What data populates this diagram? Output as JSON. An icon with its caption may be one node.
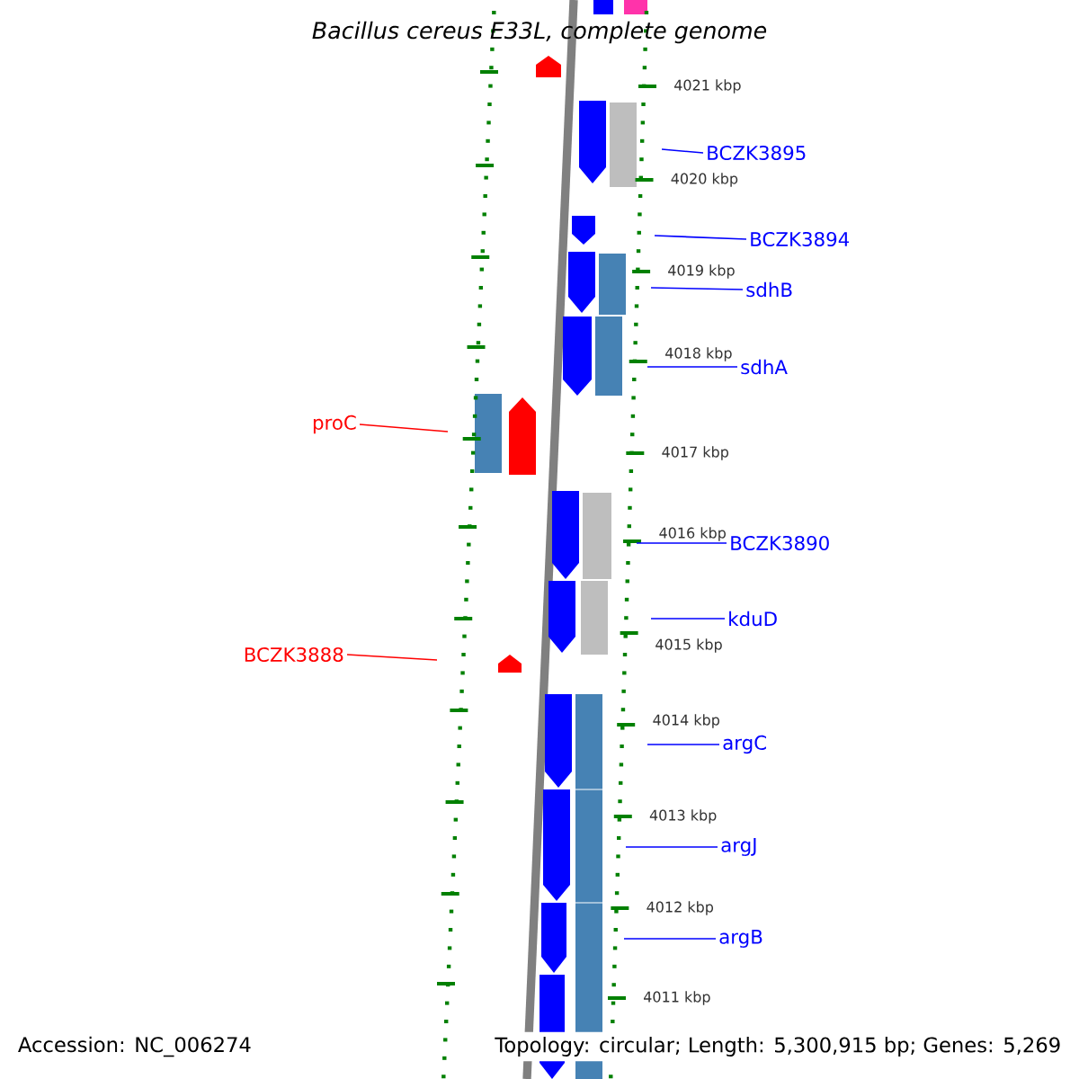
{
  "diagram": {
    "title": "Bacillus cereus E33L, complete genome",
    "nodes": [
      {
        "text": [
          "BCZK3895"
        ]
      },
      {
        "text": [
          "BCZK3894"
        ]
      },
      {
        "text": [
          "sdhB"
        ]
      },
      {
        "text": [
          "sdhA"
        ]
      },
      {
        "text": [
          "proC"
        ]
      },
      {
        "text": [
          "BCZK3890"
        ]
      },
      {
        "text": [
          "kduD"
        ]
      },
      {
        "text": [
          "BCZK3888"
        ]
      },
      {
        "text": [
          "argC"
        ]
      },
      {
        "text": [
          "argJ"
        ]
      },
      {
        "text": [
          "argB"
        ]
      }
    ],
    "edges": [
      {
        "from": 0,
        "to": null,
        "arrow": "none"
      },
      {
        "from": 1,
        "to": null,
        "arrow": "none"
      },
      {
        "from": 2,
        "to": null,
        "arrow": "none"
      },
      {
        "from": 3,
        "to": null,
        "arrow": "none"
      },
      {
        "from": 4,
        "to": null,
        "arrow": "none",
        "color": "#ff0000"
      },
      {
        "from": 5,
        "to": null,
        "arrow": "none"
      },
      {
        "from": 6,
        "to": null,
        "arrow": "none"
      },
      {
        "from": 7,
        "to": null,
        "arrow": "none",
        "color": "#ff0000"
      },
      {
        "from": 8,
        "to": null,
        "arrow": "none"
      },
      {
        "from": 9,
        "to": null,
        "arrow": "none"
      },
      {
        "from": 10,
        "to": null,
        "arrow": "none"
      }
    ],
    "labels": [
      "4021 kbp",
      "4020 kbp",
      "4019 kbp",
      "4018 kbp",
      "4017 kbp",
      "4016 kbp",
      "4015 kbp",
      "4014 kbp",
      "4013 kbp",
      "4012 kbp",
      "4011 kbp",
      "Accession: NC_006274",
      "Topology: circular; Length: 5,300,915 bp; Genes: 5,269"
    ]
  }
}
